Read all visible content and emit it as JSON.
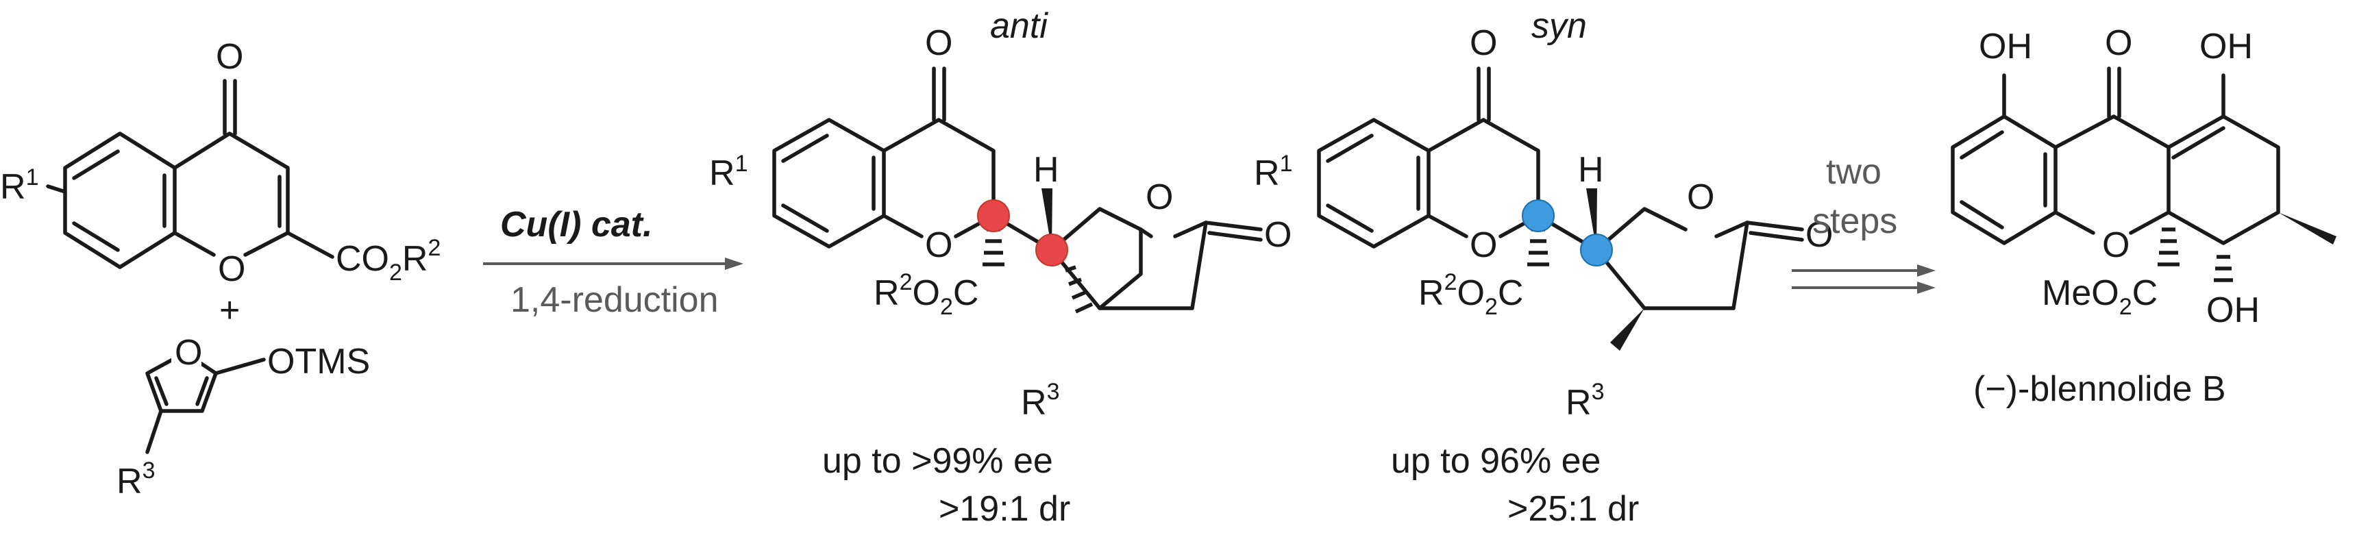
{
  "colors": {
    "anti": "#e0231c",
    "syn": "#1e8ad6",
    "catalyst": "#c8641c",
    "arrow": "#5a5a5a",
    "anti_dot": "#e8474a",
    "syn_dot": "#3f9be0"
  },
  "labels": {
    "anti": "anti",
    "syn": "syn",
    "catalyst": "Cu(I) cat.",
    "reduction": "1,4-reduction",
    "plus": "+",
    "two": "two",
    "steps": "steps",
    "product_name": "(−)-blennolide B",
    "anti_ee": "up to >99% ee",
    "anti_dr": ">19:1 dr",
    "syn_ee": "up to 96% ee",
    "syn_dr": ">25:1 dr"
  },
  "atoms": {
    "O": "O",
    "H": "H",
    "OH": "OH",
    "R": "R",
    "one": "1",
    "two": "2",
    "three": "3",
    "CO": "CO",
    "C": "C",
    "O2": "O",
    "R2prefix": "R",
    "OTMS": "OTMS",
    "MeO": "MeO",
    "sub2": "2"
  }
}
